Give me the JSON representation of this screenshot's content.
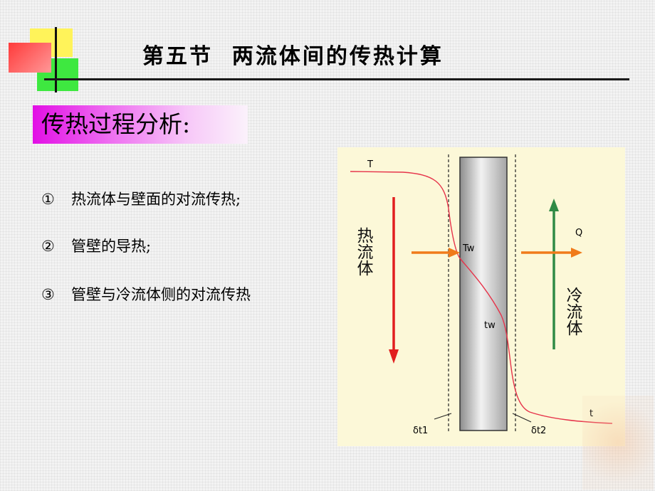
{
  "title": "第五节  两流体间的传热计算",
  "section_heading": "传热过程分析:",
  "steps": [
    {
      "num": "①",
      "text": "热流体与壁面的对流传热;"
    },
    {
      "num": "②",
      "text": "管壁的导热;"
    },
    {
      "num": "③",
      "text": "管壁与冷流体侧的对流传热"
    }
  ],
  "figure": {
    "hot_fluid_label": "热流体",
    "cold_fluid_label": "冷流体",
    "hot_temp_label": "T",
    "cold_temp_label": "t",
    "hot_wall_temp_label": "Tw",
    "cold_wall_temp_label": "tw",
    "heat_flow_label": "Q",
    "hot_film_label": "δt1",
    "cold_film_label": "δt2"
  },
  "colors": {
    "section_bar": "#e20fe5",
    "curve": "#e6334a",
    "hot_arrow": "#e11f1f",
    "cold_arrow": "#2f8a45",
    "heat_arrow": "#f07b1a",
    "figure_background": "#fcf8d8"
  }
}
